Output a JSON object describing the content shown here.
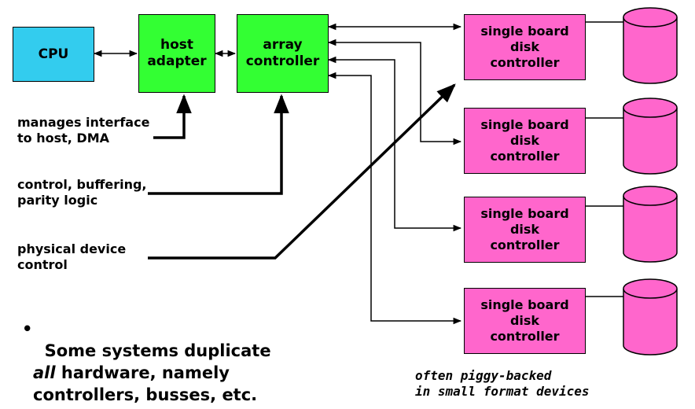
{
  "boxes": {
    "cpu": "CPU",
    "host_adapter": "host\nadapter",
    "array_controller": "array\ncontroller",
    "sbdc": [
      "single board\ndisk\ncontroller",
      "single board\ndisk\ncontroller",
      "single board\ndisk\ncontroller",
      "single board\ndisk\ncontroller"
    ]
  },
  "annotations": {
    "manages": "manages interface\nto host, DMA",
    "control": "control, buffering,\nparity logic",
    "physical": "physical device\ncontrol"
  },
  "bullet": {
    "dot": "•",
    "before": "Some systems duplicate\n",
    "emph": "all",
    "after": " hardware, namely\ncontrollers, busses, etc."
  },
  "footnote": "often piggy-backed\nin small format devices",
  "colors": {
    "cpu": "#33ccee",
    "controller": "#33ff33",
    "disk_controller": "#ff66cc",
    "disk": "#ff66cc"
  }
}
